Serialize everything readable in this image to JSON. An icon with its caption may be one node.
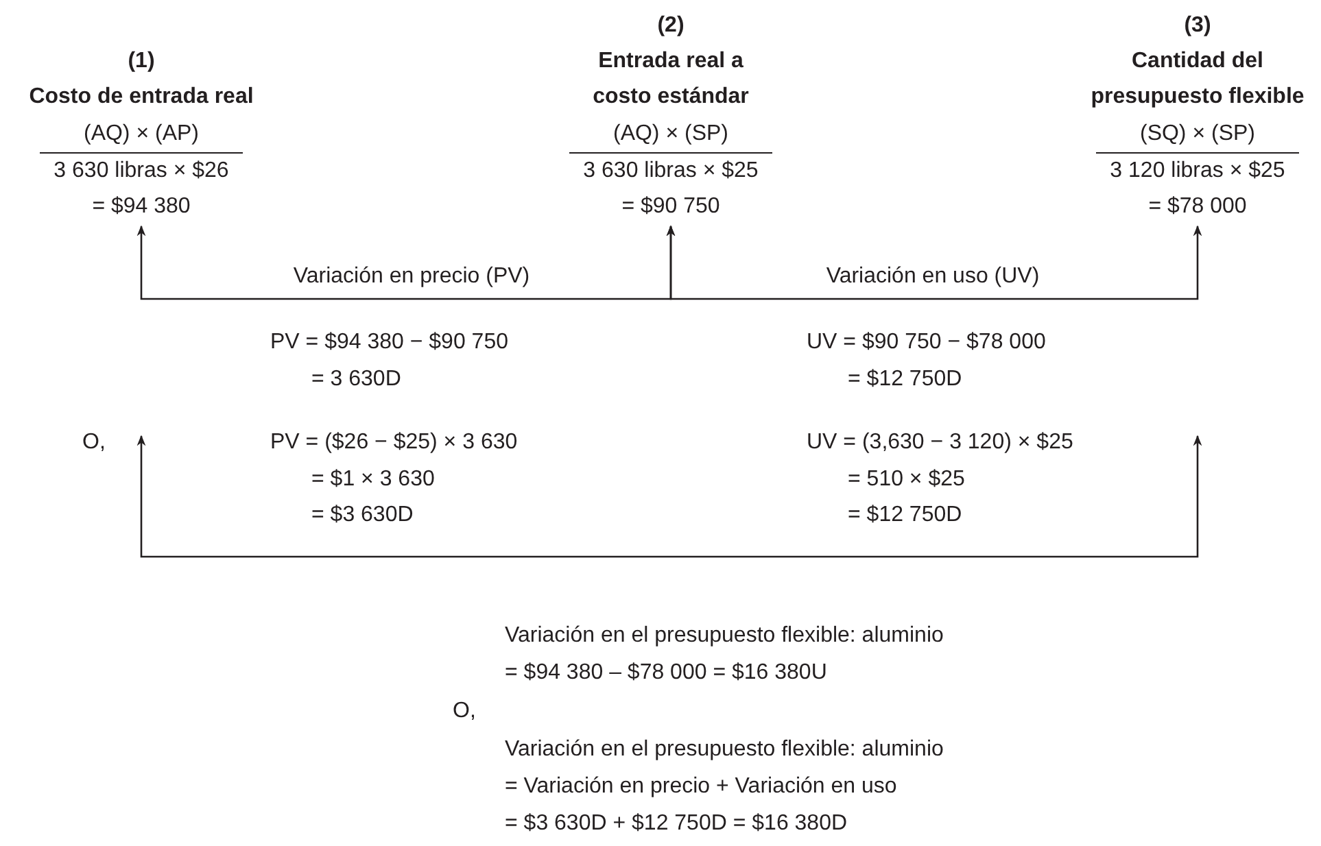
{
  "diagram": {
    "nodes": [
      {
        "text": [
          "(1)",
          "Costo de entrada real",
          "(AQ) × (AP)",
          "3 630 libras × $26",
          "= $94 380"
        ]
      },
      {
        "text": [
          "(2)",
          "Entrada real a costo estándar",
          "(AQ) × (SP)",
          "3 630 libras × $25",
          "= $90 750"
        ]
      },
      {
        "text": [
          "(3)",
          "Cantidad del presupuesto flexible",
          "(SQ) × (SP)",
          "3 120 libras × $25",
          "= $78 000"
        ]
      }
    ],
    "edges": [
      {
        "from": 0,
        "to": 1,
        "arrow": "both",
        "label": "Variación en precio (PV)"
      },
      {
        "from": 1,
        "to": 2,
        "arrow": "both",
        "label": "Variación en uso (UV)"
      }
    ],
    "labels": [
      "PV = $94 380 − $90 750",
      "= 3 630D",
      "UV = $90 750 − $78 000",
      "= $12 750D",
      "O,",
      "PV = ($26 − $25) × 3 630",
      "= $1 × 3 630",
      "= $3 630D",
      "UV = (3,630 − 3 120) × $25",
      "= 510 × $25",
      "= $12 750D",
      "Variación en el presupuesto flexible: aluminio",
      "= $94 380 – $78 000 = $16 380U",
      "O,",
      "Variación en el presupuesto flexible: aluminio",
      "= Variación en precio + Variación en uso",
      "= $3 630D + $12 750D = $16 380D"
    ]
  }
}
